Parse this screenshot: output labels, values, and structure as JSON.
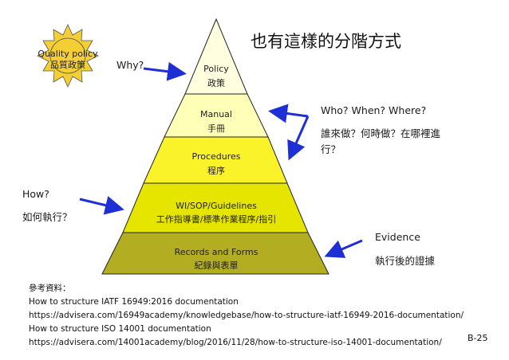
{
  "title": "也有這樣的分階方式",
  "badge": {
    "line1": "Quality policy",
    "line2": "品質政策"
  },
  "pyramid": {
    "levels": [
      {
        "en": "Policy",
        "zh": "政策",
        "color": "#ffffe0"
      },
      {
        "en": "Manual",
        "zh": "手冊",
        "color": "#ffffb8"
      },
      {
        "en": "Procedures",
        "zh": "程序",
        "color": "#fbf32a"
      },
      {
        "en": "WI/SOP/Guidelines",
        "zh": "工作指導書/標準作業程序/指引",
        "color": "#e6e500"
      },
      {
        "en": "Records and Forms",
        "zh": "紀錄與表單",
        "color": "#b3ad21"
      }
    ]
  },
  "callouts": {
    "why": "Why?",
    "who_when_where": "Who? When?  Where?",
    "who_when_where_zh_1": "誰來做？何時做？在哪裡進",
    "who_when_where_zh_2": "行？",
    "how": "How?",
    "how_zh": "如何執行？",
    "evidence": "Evidence",
    "evidence_zh": "執行後的證據"
  },
  "references": {
    "heading": "參考資料：",
    "lines": [
      "How to structure IATF 16949:2016 documentation",
      "https://advisera.com/16949academy/knowledgebase/how-to-structure-iatf-16949-2016-documentation/",
      "How to structure ISO 14001 documentation",
      "https://advisera.com/14001academy/blog/2016/11/28/how-to-structure-iso-14001-documentation/"
    ]
  },
  "page_number": "B-25",
  "colors": {
    "arrow": "#1f2fd6",
    "sun": "#f3cf33",
    "outline": "#222222"
  }
}
